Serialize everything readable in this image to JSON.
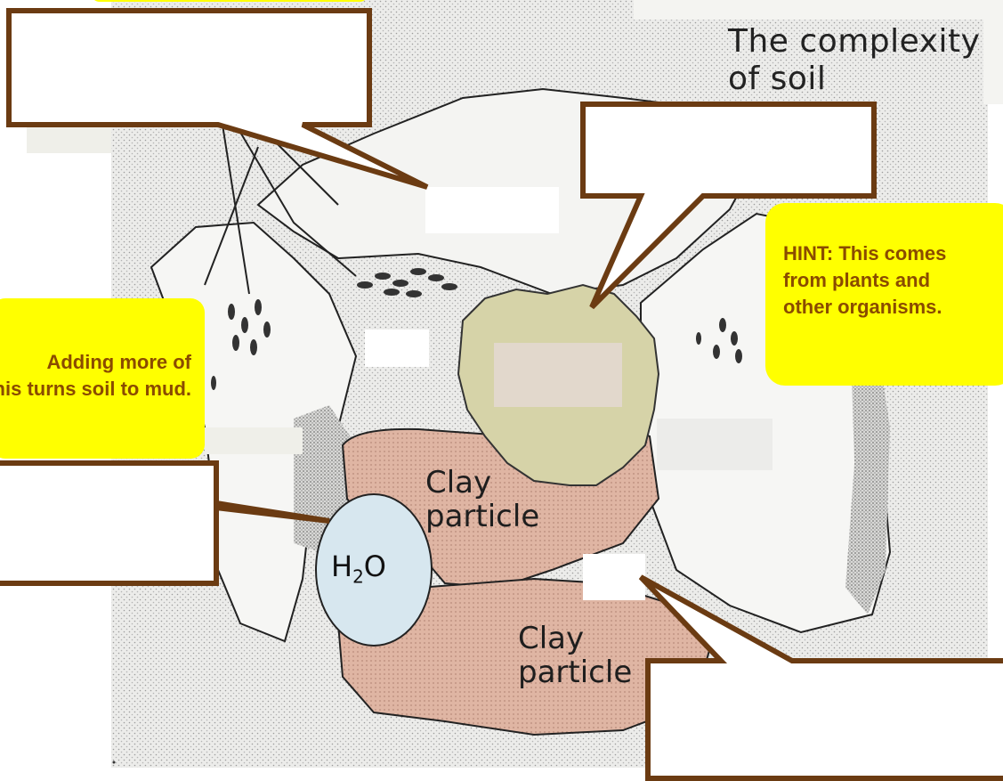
{
  "diagram": {
    "title": "The complexity\nof soil",
    "hints": {
      "organic_matter": "HINT: This comes\nfrom plants and\nother organisms.",
      "water": "Adding more of\nthis turns soil to mud."
    },
    "labels": {
      "clay_upper": "Clay\nparticle",
      "clay_lower": "Clay\nparticle",
      "h2o_main": "H",
      "h2o_sub": "2",
      "h2o_tail": "O"
    },
    "answer_boxes": [
      "",
      "",
      "",
      ""
    ],
    "colors": {
      "callout_border": "#6b3b12",
      "hint_fill": "#ffff00",
      "hint_text": "#8a4b00",
      "clay": "#dfb5a3",
      "organic_matter": "#d6d3a8",
      "water": "#d7e7ef",
      "rock": "#f2f2f0"
    }
  }
}
